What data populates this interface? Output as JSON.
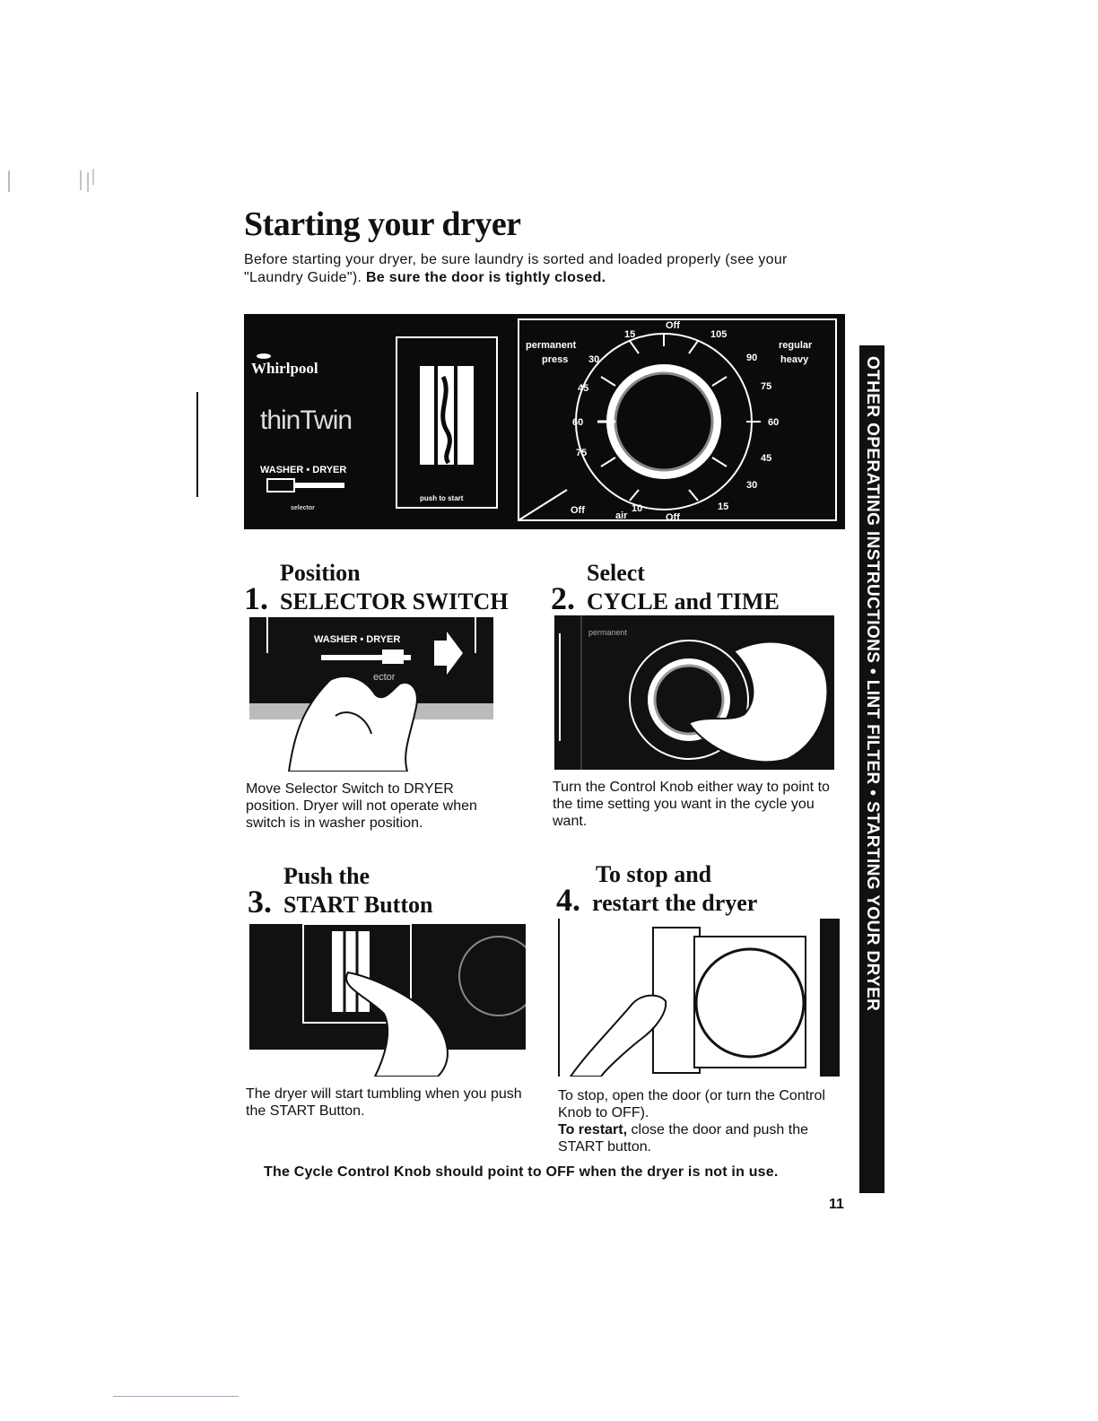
{
  "title": "Starting your dryer",
  "intro": {
    "text": "Before starting your dryer, be sure laundry is sorted and loaded properly (see your \"Laundry Guide\").",
    "bold": "Be sure the door is tightly closed."
  },
  "panel": {
    "brand": "Whirlpool",
    "model_logo": "thinTwin",
    "washer_dryer": "WASHER • DRYER",
    "selector": "selector",
    "push_to_start": "push to start",
    "dial_left_top": "permanent",
    "dial_left_bottom": "press",
    "dial_right_top": "regular",
    "dial_right_bottom": "heavy",
    "dial_labels": {
      "off_top": "Off",
      "t15": "15",
      "t105": "105",
      "t30": "30",
      "t90": "90",
      "t45": "45",
      "t75r": "75",
      "t60": "60",
      "t60r": "60",
      "t75": "75",
      "t45r": "45",
      "t30r": "30",
      "off_bl": "Off",
      "air": "air",
      "t10": "10",
      "off_b": "Off",
      "t15b": "15"
    }
  },
  "sidebar": "OTHER OPERATING INSTRUCTIONS • LINT FILTER • STARTING YOUR DRYER",
  "steps": [
    {
      "number": "1.",
      "line1": "Position",
      "line2": "SELECTOR SWITCH",
      "illus_label": "WASHER • DRYER",
      "illus_sub": "ector",
      "text": "Move Selector Switch to DRYER position. Dryer will not operate when switch is in washer position."
    },
    {
      "number": "2.",
      "line1": "Select",
      "line2": "CYCLE and TIME",
      "illus_label": "permanent",
      "text": "Turn the Control Knob either way to point to the time setting you want in the cycle you want."
    },
    {
      "number": "3.",
      "line1": "Push the",
      "line2": "START Button",
      "text": "The dryer will start tumbling when you push the START Button."
    },
    {
      "number": "4.",
      "line1": "To stop and",
      "line2": "restart the dryer",
      "stop_text": "To stop, open the door (or turn the Control Knob to OFF).",
      "restart_bold": "To restart,",
      "restart_text": "close the door and push the START button."
    }
  ],
  "footer_note": "The Cycle Control Knob should point to OFF when the dryer is not in use.",
  "page_number": "11"
}
